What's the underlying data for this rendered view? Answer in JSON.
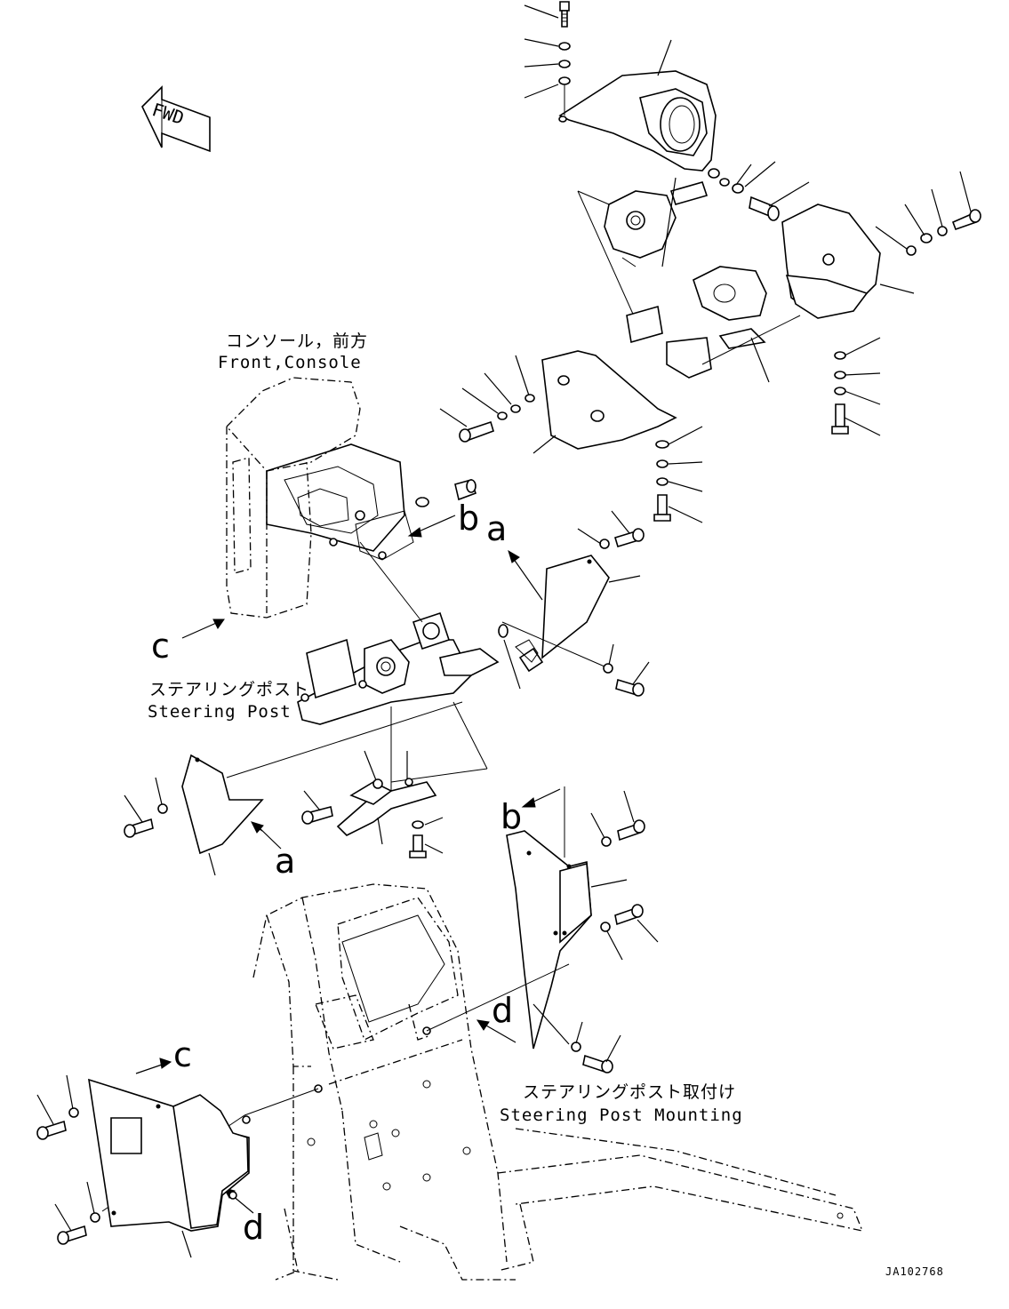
{
  "labels": {
    "front_console_jp": "コンソール，前方",
    "front_console_en": "Front,Console",
    "steering_post_jp": "ステアリングポスト",
    "steering_post_en": "Steering Post",
    "steering_post_mounting_jp": "ステアリングポスト取付け",
    "steering_post_mounting_en": "Steering Post Mounting",
    "fwd": "FWD",
    "drawing_code": "JA102768"
  },
  "callouts": {
    "a_top": "a",
    "a_bottom": "a",
    "b_top": "b",
    "b_bottom": "b",
    "c_top": "c",
    "c_bottom": "c",
    "d_top": "d",
    "d_bottom": "d"
  },
  "colors": {
    "ink": "#000000",
    "paper": "#ffffff"
  }
}
